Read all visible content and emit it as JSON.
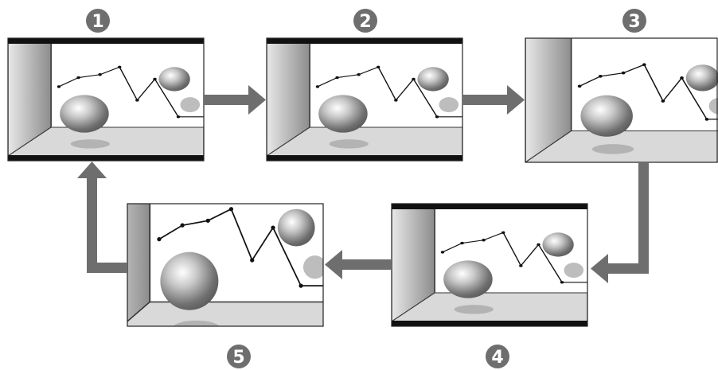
{
  "diagram": {
    "badges": [
      "1",
      "2",
      "3",
      "4",
      "5"
    ],
    "colors": {
      "frame_border": "#222222",
      "bar": "#111111",
      "arrow": "#6e6e6e",
      "badge_fill": "#6e6e6e",
      "floor": "#d9d9d9",
      "wall_light": "#e8e8e8",
      "wall_dark": "#8c8c8c",
      "shadow": "#b3b3b3",
      "small_circle": "#bdbdbd"
    }
  }
}
